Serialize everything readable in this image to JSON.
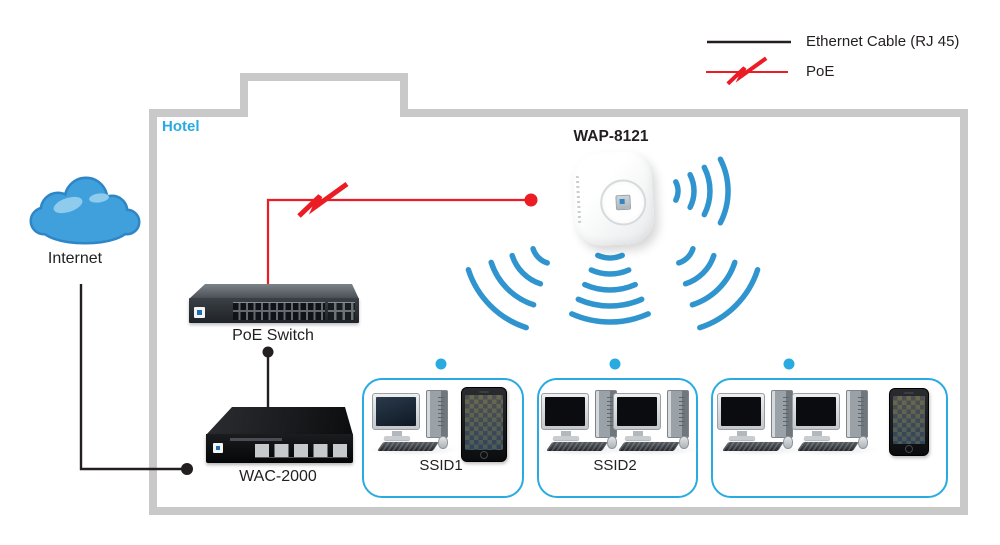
{
  "legend": {
    "items": [
      {
        "id": "ethernet",
        "label": "Ethernet Cable (RJ 45)",
        "line_color": "#231F20"
      },
      {
        "id": "poe",
        "label": "PoE",
        "line_color": "#EC1C24"
      }
    ]
  },
  "building": {
    "label": "Hotel",
    "outline_color": "#C9C9C9"
  },
  "internet": {
    "label": "Internet",
    "cloud_color": "#3FA0DC"
  },
  "devices": {
    "access_point": {
      "label": "WAP-8121",
      "type": "ceiling wireless access point"
    },
    "poe_switch": {
      "label": "PoE Switch",
      "type": "24-port rack PoE switch"
    },
    "controller": {
      "label": "WAC-2000",
      "type": "wireless controller / gateway"
    }
  },
  "connections": [
    {
      "from": "Internet",
      "to": "WAC-2000",
      "type": "ethernet"
    },
    {
      "from": "WAC-2000",
      "to": "PoE Switch",
      "type": "ethernet"
    },
    {
      "from": "PoE Switch",
      "to": "WAP-8121",
      "type": "poe"
    }
  ],
  "ssid_groups": [
    {
      "label": "SSID1",
      "devices": [
        "desktop-computer",
        "smartphone"
      ]
    },
    {
      "label": "SSID2",
      "devices": [
        "desktop-computer",
        "desktop-computer"
      ]
    },
    {
      "label": "",
      "devices": [
        "desktop-computer",
        "desktop-computer",
        "smartphone"
      ]
    }
  ],
  "colors": {
    "accent_blue": "#29ABE2",
    "wifi_blue": "#3095CE",
    "poe_red": "#EC1C24",
    "wall_gray": "#C9C9C9",
    "text": "#231F20"
  }
}
